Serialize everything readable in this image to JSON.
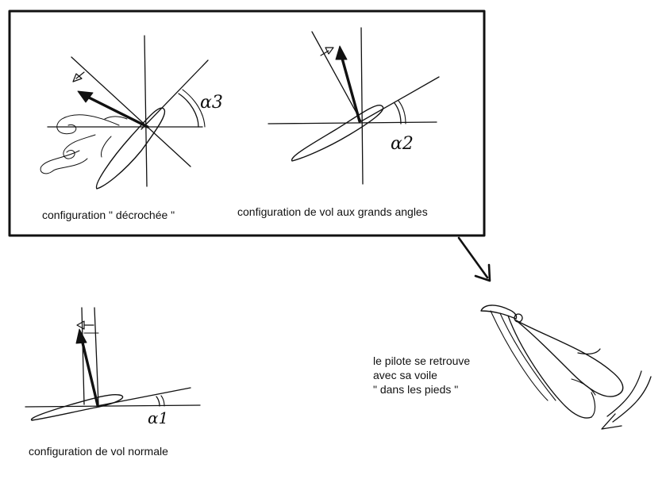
{
  "labels": {
    "stalled": "configuration \" décrochée \"",
    "high_angle": "configuration de vol aux grands angles",
    "normal": "configuration de vol normale"
  },
  "note": {
    "line1": "le pilote se retrouve",
    "line2": "avec sa voile",
    "line3": "\" dans les pieds \""
  },
  "angles": {
    "a3": "α3",
    "a2": "α2",
    "a1": "α1"
  }
}
